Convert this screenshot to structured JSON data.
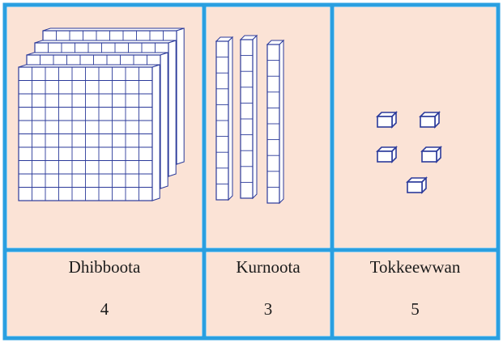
{
  "columns": [
    {
      "name": "Dhibboota",
      "count": "4"
    },
    {
      "name": "Kurnoota",
      "count": "3"
    },
    {
      "name": "Tokkeewwan",
      "count": "5"
    }
  ],
  "colors": {
    "border": "#2a9fe0",
    "cell_fill": "#fbe3d6",
    "block_stroke": "#2b3a9a"
  }
}
